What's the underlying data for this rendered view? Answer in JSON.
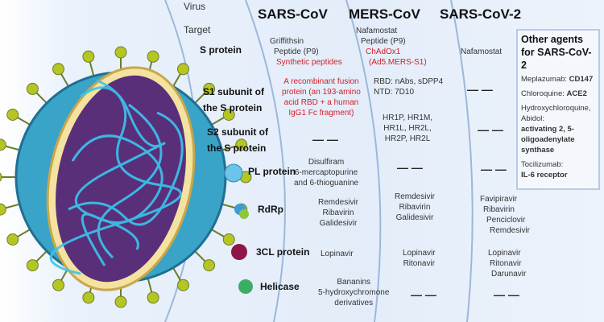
{
  "header": {
    "virus": "Virus",
    "target": "Target",
    "cols": [
      "SARS-CoV",
      "MERS-CoV",
      "SARS-CoV-2"
    ]
  },
  "targets": [
    "S protein",
    "S1 subunit of",
    "the S protein",
    "S2 subunit of",
    "the S protein",
    "PL protein",
    "RdRp",
    "3CL protein",
    "Helicase"
  ],
  "sars": {
    "s": [
      "Griffithsin",
      "Peptide (P9)"
    ],
    "s_red": "Synthetic peptides",
    "s1_red": [
      "A recombinant fusion",
      "protein (an 193-amino",
      "acid  RBD + a human",
      "IgG1 Fc fragment)"
    ],
    "s2": "— —",
    "pl": [
      "Disulfiram",
      "6-mercaptopurine",
      "and 6-thioguanine"
    ],
    "rdrp": [
      "Remdesivir",
      "Ribavirin",
      "Galidesivir"
    ],
    "cl3": "Lopinavir",
    "helicase": [
      "Bananins",
      "5-hydroxychromone",
      "derivatives"
    ]
  },
  "mers": {
    "s": [
      "Nafamostat",
      "Peptide (P9)"
    ],
    "s_red": [
      "ChAdOx1",
      "(Ad5.MERS-S1)"
    ],
    "s1": [
      "RBD: nAbs, sDPP4",
      "NTD: 7D10"
    ],
    "s2": [
      "HR1P, HR1M,",
      "HR1L, HR2L,",
      "HR2P, HR2L"
    ],
    "pl": "— —",
    "rdrp": [
      "Remdesivir",
      "Ribavirin",
      "Galidesivir"
    ],
    "cl3": [
      "Lopinavir",
      "Ritonavir"
    ],
    "helicase": "— —"
  },
  "sars2": {
    "s": "Nafamostat",
    "s1": "— —",
    "s2": "— —",
    "pl": "— —",
    "rdrp": [
      "Favipiravir",
      "Ribavirin",
      "Penciclovir",
      "Remdesivir"
    ],
    "cl3": [
      "Lopinavir",
      "Ritonavir",
      "Darunavir"
    ],
    "helicase": "— —"
  },
  "other": {
    "title": [
      "Other agents",
      "for SARS-CoV-2"
    ],
    "items": [
      {
        "a": "Meplazumab: ",
        "b": "CD147"
      },
      {
        "a": "Chloroquine: ",
        "b": "ACE2"
      },
      {
        "a": "Hydroxychloroquine, Abidol:",
        "b": "activating 2, 5-oligoadenylate synthase"
      },
      {
        "a": "Tocilizumab:",
        "b": "IL-6 receptor"
      }
    ]
  }
}
